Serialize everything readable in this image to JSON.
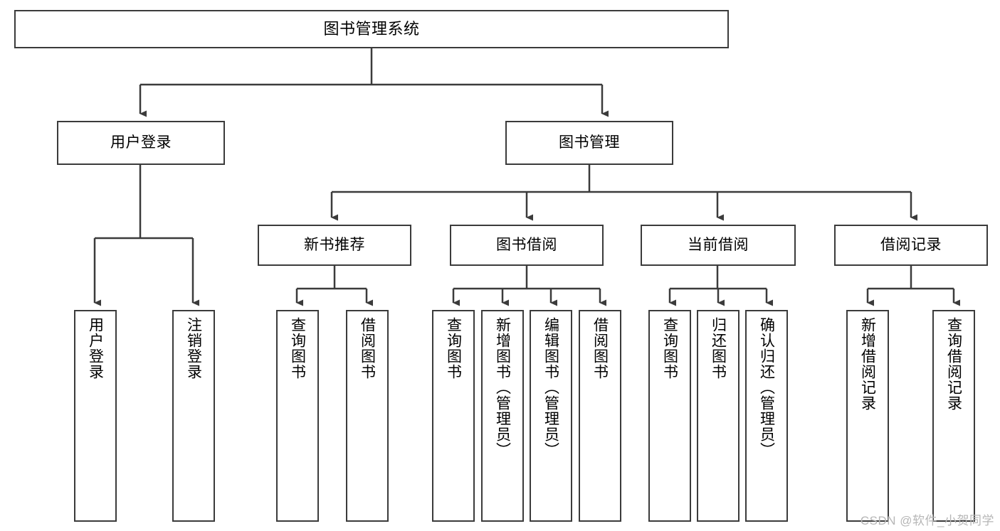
{
  "diagram": {
    "title": "图书管理系统",
    "type": "hierarchy-tree",
    "style": {
      "box_border_color": "#3b3b3b",
      "box_fill_color": "#ffffff",
      "connector_color": "#3b3b3b",
      "background_color": "#ffffff",
      "watermark_color": "#b6b6b6"
    },
    "levels": [
      {
        "level": 1,
        "nodes": [
          {
            "id": "root",
            "label": "图书管理系统",
            "orientation": "horizontal"
          }
        ]
      },
      {
        "level": 2,
        "nodes": [
          {
            "id": "user-login",
            "label": "用户登录",
            "orientation": "horizontal"
          },
          {
            "id": "book-management",
            "label": "图书管理",
            "orientation": "horizontal"
          }
        ]
      },
      {
        "level": 3,
        "nodes": [
          {
            "id": "new-book-recommend",
            "label": "新书推荐",
            "orientation": "horizontal"
          },
          {
            "id": "book-borrow",
            "label": "图书借阅",
            "orientation": "horizontal"
          },
          {
            "id": "current-borrow",
            "label": "当前借阅",
            "orientation": "horizontal"
          },
          {
            "id": "borrow-record",
            "label": "借阅记录",
            "orientation": "horizontal"
          }
        ]
      },
      {
        "level": 4,
        "nodes": [
          {
            "id": "leaf-user-login",
            "label": "用户登录",
            "parent": "user-login",
            "orientation": "vertical"
          },
          {
            "id": "leaf-logout-login",
            "label": "注销登录",
            "parent": "user-login",
            "orientation": "vertical"
          },
          {
            "id": "leaf-query-book-1",
            "label": "查询图书",
            "parent": "new-book-recommend",
            "orientation": "vertical"
          },
          {
            "id": "leaf-borrow-book-1",
            "label": "借阅图书",
            "parent": "new-book-recommend",
            "orientation": "vertical"
          },
          {
            "id": "leaf-query-book-2",
            "label": "查询图书",
            "parent": "book-borrow",
            "orientation": "vertical"
          },
          {
            "id": "leaf-add-book",
            "label": "新增图书（管理员）",
            "parent": "book-borrow",
            "orientation": "vertical"
          },
          {
            "id": "leaf-edit-book",
            "label": "编辑图书（管理员）",
            "parent": "book-borrow",
            "orientation": "vertical"
          },
          {
            "id": "leaf-borrow-book-2",
            "label": "借阅图书",
            "parent": "book-borrow",
            "orientation": "vertical"
          },
          {
            "id": "leaf-query-book-3",
            "label": "查询图书",
            "parent": "current-borrow",
            "orientation": "vertical"
          },
          {
            "id": "leaf-return-book",
            "label": "归还图书",
            "parent": "current-borrow",
            "orientation": "vertical"
          },
          {
            "id": "leaf-confirm-return",
            "label": "确认归还（管理员）",
            "parent": "current-borrow",
            "orientation": "vertical"
          },
          {
            "id": "leaf-add-record",
            "label": "新增借阅记录",
            "parent": "borrow-record",
            "orientation": "vertical"
          },
          {
            "id": "leaf-query-record",
            "label": "查询借阅记录",
            "parent": "borrow-record",
            "orientation": "vertical"
          }
        ]
      }
    ],
    "watermark": "CSDN @软件_小贺同学"
  }
}
